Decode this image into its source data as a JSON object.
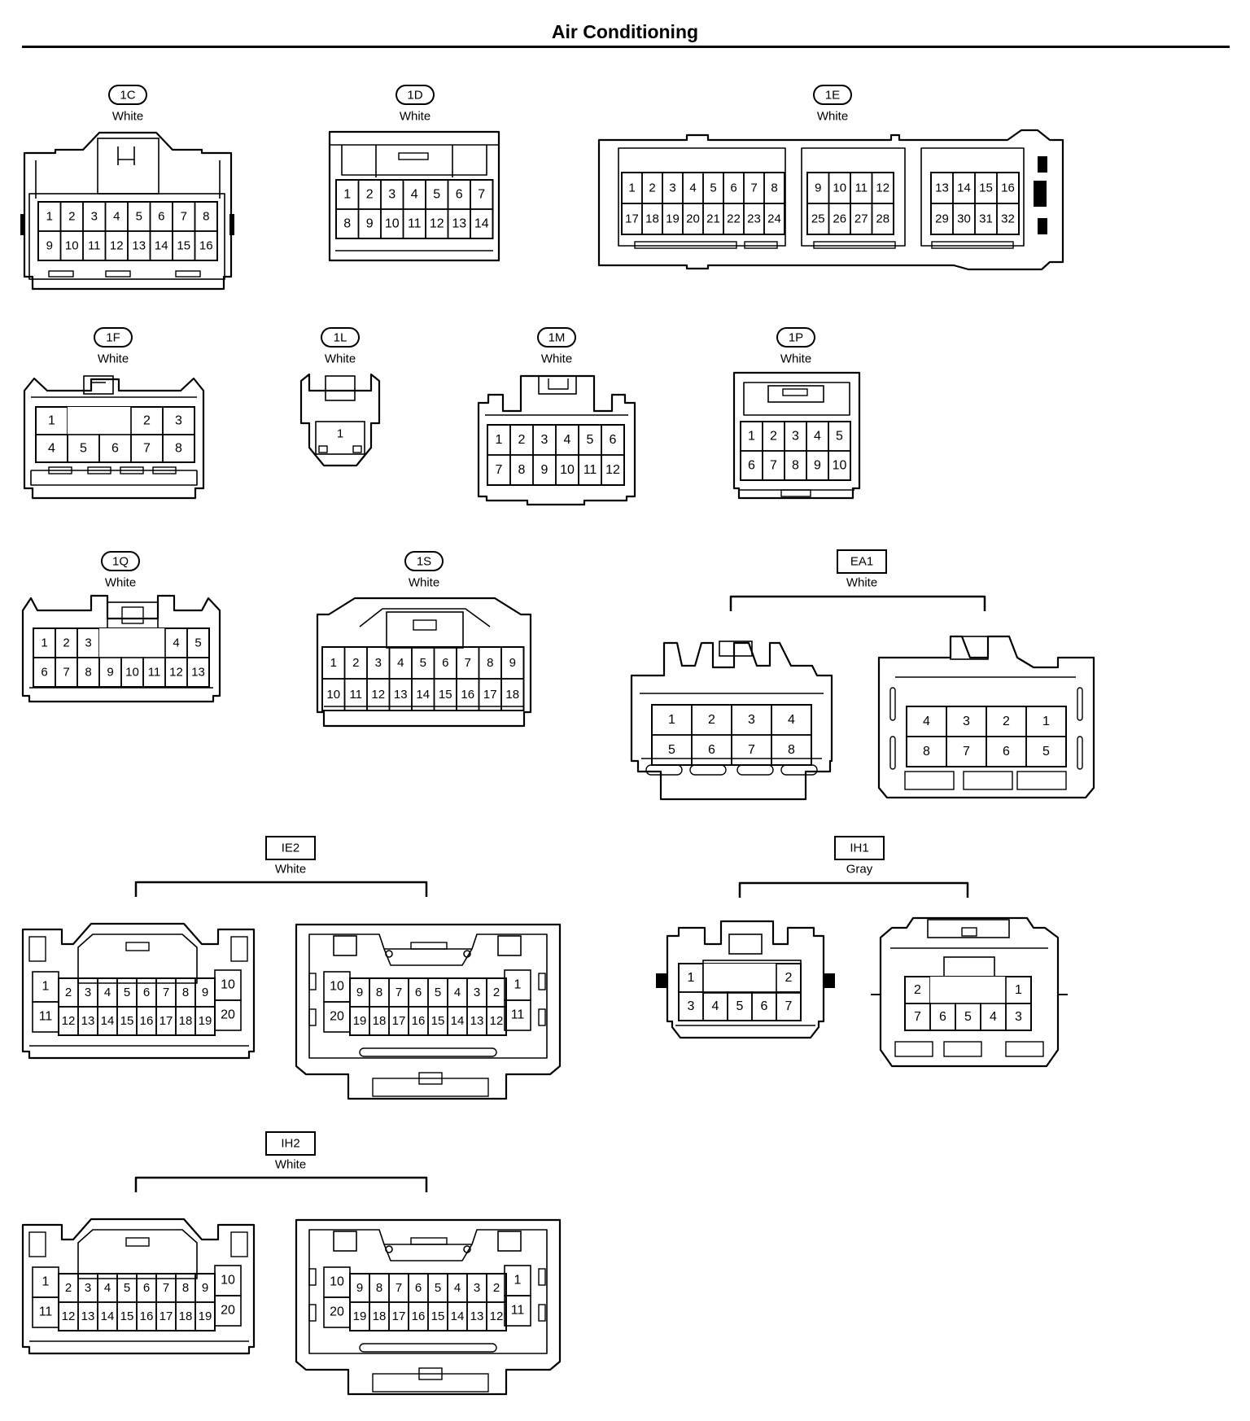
{
  "title": "Air Conditioning",
  "colors": {
    "ink": "#000000",
    "paper": "#ffffff"
  },
  "connectors": [
    {
      "code": "1C",
      "color": "White",
      "badge": "pill",
      "rows": [
        [
          "1",
          "2",
          "3",
          "4",
          "5",
          "6",
          "7",
          "8"
        ],
        [
          "9",
          "10",
          "11",
          "12",
          "13",
          "14",
          "15",
          "16"
        ]
      ]
    },
    {
      "code": "1D",
      "color": "White",
      "badge": "pill",
      "rows": [
        [
          "1",
          "2",
          "3",
          "4",
          "5",
          "6",
          "7"
        ],
        [
          "8",
          "9",
          "10",
          "11",
          "12",
          "13",
          "14"
        ]
      ]
    },
    {
      "code": "1E",
      "color": "White",
      "badge": "pill",
      "groups": [
        [
          [
            "1",
            "2",
            "3",
            "4",
            "5",
            "6",
            "7",
            "8"
          ],
          [
            "17",
            "18",
            "19",
            "20",
            "21",
            "22",
            "23",
            "24"
          ]
        ],
        [
          [
            "9",
            "10",
            "11",
            "12"
          ],
          [
            "25",
            "26",
            "27",
            "28"
          ]
        ],
        [
          [
            "13",
            "14",
            "15",
            "16"
          ],
          [
            "29",
            "30",
            "31",
            "32"
          ]
        ]
      ]
    },
    {
      "code": "1F",
      "color": "White",
      "badge": "pill",
      "rows": [
        [
          "1",
          "",
          "",
          "2",
          "3"
        ],
        [
          "4",
          "5",
          "6",
          "7",
          "8"
        ]
      ]
    },
    {
      "code": "1L",
      "color": "White",
      "badge": "pill",
      "rows": [
        [
          "1"
        ]
      ]
    },
    {
      "code": "1M",
      "color": "White",
      "badge": "pill",
      "rows": [
        [
          "1",
          "2",
          "3",
          "4",
          "5",
          "6"
        ],
        [
          "7",
          "8",
          "9",
          "10",
          "11",
          "12"
        ]
      ]
    },
    {
      "code": "1P",
      "color": "White",
      "badge": "pill",
      "rows": [
        [
          "1",
          "2",
          "3",
          "4",
          "5"
        ],
        [
          "6",
          "7",
          "8",
          "9",
          "10"
        ]
      ]
    },
    {
      "code": "1Q",
      "color": "White",
      "badge": "pill",
      "rows": [
        [
          "1",
          "2",
          "3",
          "",
          "",
          "",
          "4",
          "5"
        ],
        [
          "6",
          "7",
          "8",
          "9",
          "10",
          "11",
          "12",
          "13"
        ]
      ]
    },
    {
      "code": "1S",
      "color": "White",
      "badge": "pill",
      "rows": [
        [
          "1",
          "2",
          "3",
          "4",
          "5",
          "6",
          "7",
          "8",
          "9"
        ],
        [
          "10",
          "11",
          "12",
          "13",
          "14",
          "15",
          "16",
          "17",
          "18"
        ]
      ]
    },
    {
      "code": "EA1",
      "color": "White",
      "badge": "box",
      "pair": [
        [
          [
            "1",
            "2",
            "3",
            "4"
          ],
          [
            "5",
            "6",
            "7",
            "8"
          ]
        ],
        [
          [
            "4",
            "3",
            "2",
            "1"
          ],
          [
            "8",
            "7",
            "6",
            "5"
          ]
        ]
      ]
    },
    {
      "code": "IE2",
      "color": "White",
      "badge": "box",
      "pair": [
        {
          "left": [
            "1",
            "11"
          ],
          "rows": [
            [
              "2",
              "3",
              "4",
              "5",
              "6",
              "7",
              "8",
              "9"
            ],
            [
              "12",
              "13",
              "14",
              "15",
              "16",
              "17",
              "18",
              "19"
            ]
          ],
          "right": [
            "10",
            "20"
          ]
        },
        {
          "left": [
            "10",
            "20"
          ],
          "rows": [
            [
              "9",
              "8",
              "7",
              "6",
              "5",
              "4",
              "3",
              "2"
            ],
            [
              "19",
              "18",
              "17",
              "16",
              "15",
              "14",
              "13",
              "12"
            ]
          ],
          "right": [
            "1",
            "11"
          ]
        }
      ]
    },
    {
      "code": "IH1",
      "color": "Gray",
      "badge": "box",
      "pair": [
        [
          [
            "1",
            "",
            "",
            "",
            "2"
          ],
          [
            "3",
            "4",
            "5",
            "6",
            "7"
          ]
        ],
        [
          [
            "2",
            "",
            "",
            "",
            "1"
          ],
          [
            "7",
            "6",
            "5",
            "4",
            "3"
          ]
        ]
      ]
    },
    {
      "code": "IH2",
      "color": "White",
      "badge": "box",
      "pair": [
        {
          "left": [
            "1",
            "11"
          ],
          "rows": [
            [
              "2",
              "3",
              "4",
              "5",
              "6",
              "7",
              "8",
              "9"
            ],
            [
              "12",
              "13",
              "14",
              "15",
              "16",
              "17",
              "18",
              "19"
            ]
          ],
          "right": [
            "10",
            "20"
          ]
        },
        {
          "left": [
            "10",
            "20"
          ],
          "rows": [
            [
              "9",
              "8",
              "7",
              "6",
              "5",
              "4",
              "3",
              "2"
            ],
            [
              "19",
              "18",
              "17",
              "16",
              "15",
              "14",
              "13",
              "12"
            ]
          ],
          "right": [
            "1",
            "11"
          ]
        }
      ]
    }
  ]
}
